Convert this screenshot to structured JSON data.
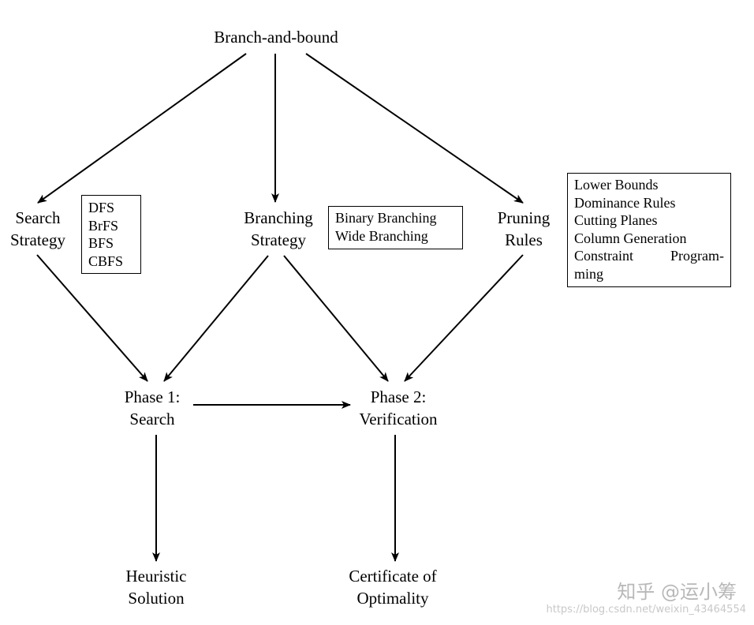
{
  "nodes": {
    "root": "Branch-and-bound",
    "search_strategy": [
      "Search",
      "Strategy"
    ],
    "branching_strategy": [
      "Branching",
      "Strategy"
    ],
    "pruning_rules": [
      "Pruning",
      "Rules"
    ],
    "phase1": [
      "Phase 1:",
      "Search"
    ],
    "phase2": [
      "Phase 2:",
      "Verification"
    ],
    "heuristic": [
      "Heuristic",
      "Solution"
    ],
    "certificate": [
      "Certificate of",
      "Optimality"
    ]
  },
  "boxes": {
    "search": [
      "DFS",
      "BrFS",
      "BFS",
      "CBFS"
    ],
    "branching": [
      "Binary Branching",
      "Wide Branching"
    ],
    "pruning": [
      "Lower Bounds",
      "Dominance Rules",
      "Cutting Planes",
      "Column Generation",
      "Constraint  Program-",
      "ming"
    ]
  },
  "edges": [
    {
      "from": "root",
      "to": "search_strategy"
    },
    {
      "from": "root",
      "to": "branching_strategy"
    },
    {
      "from": "root",
      "to": "pruning_rules"
    },
    {
      "from": "search_strategy",
      "to": "phase1"
    },
    {
      "from": "branching_strategy",
      "to": "phase1"
    },
    {
      "from": "branching_strategy",
      "to": "phase2"
    },
    {
      "from": "pruning_rules",
      "to": "phase2"
    },
    {
      "from": "phase1",
      "to": "phase2"
    },
    {
      "from": "phase1",
      "to": "heuristic"
    },
    {
      "from": "phase2",
      "to": "certificate"
    }
  ],
  "watermark": {
    "text": "知乎 @运小筹",
    "url": "https://blog.csdn.net/weixin_43464554"
  }
}
